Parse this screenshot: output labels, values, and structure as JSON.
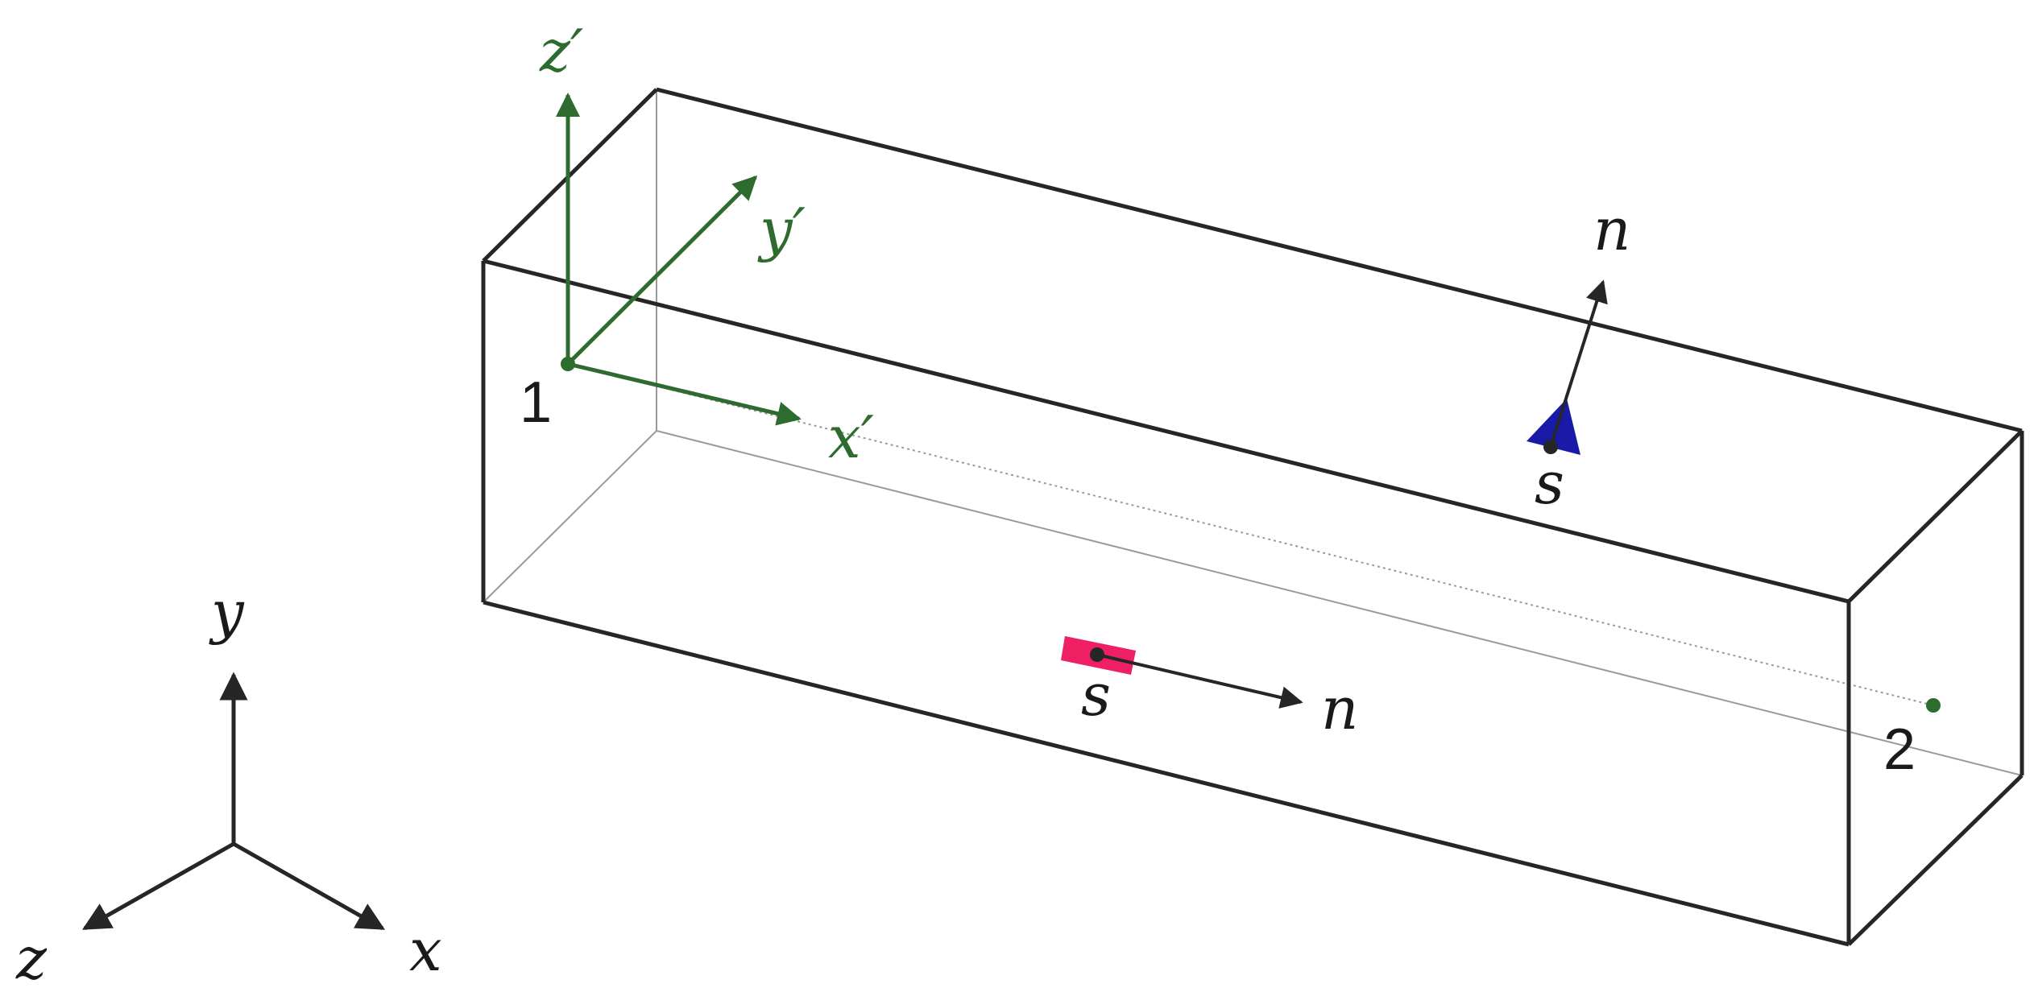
{
  "colors": {
    "edge": "#262626",
    "hidden_edge": "#9a9a9a",
    "local_frame": "#2e6b2e",
    "surface_blue": "#1a1aa8",
    "surface_pink": "#ee1f63",
    "text": "#1a1a1a"
  },
  "labels": {
    "global_axes": {
      "x": "x",
      "y": "y",
      "z": "z"
    },
    "local_axes": {
      "x": "x′",
      "y": "y′",
      "z": "z′"
    },
    "point_1": "1",
    "point_2": "2",
    "top_surface": {
      "s": "s",
      "n": "n"
    },
    "front_surface": {
      "s": "s",
      "n": "n"
    }
  }
}
